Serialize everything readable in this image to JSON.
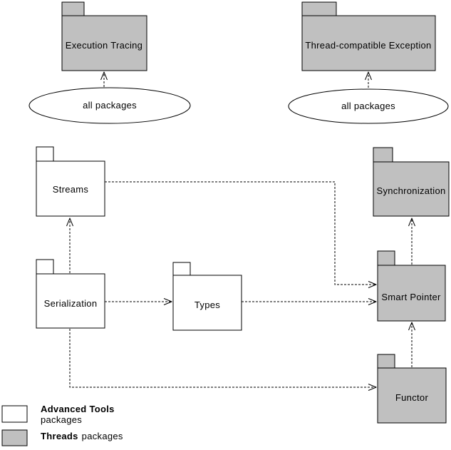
{
  "diagram": {
    "kind": "uml-package-dependency-diagram"
  },
  "colors": {
    "background": "#ffffff",
    "advanced_fill": "#ffffff",
    "threads_fill": "#c0c0c0",
    "line": "#000000",
    "text": "#000000"
  },
  "packages": {
    "execution_tracing": {
      "label": "Execution Tracing",
      "category": "threads"
    },
    "thread_compatible_exception": {
      "label": "Thread-compatible Exception",
      "category": "threads"
    },
    "streams": {
      "label": "Streams",
      "category": "advanced_tools"
    },
    "serialization": {
      "label": "Serialization",
      "category": "advanced_tools"
    },
    "types": {
      "label": "Types",
      "category": "advanced_tools"
    },
    "synchronization": {
      "label": "Synchronization",
      "category": "threads"
    },
    "smart_pointer": {
      "label": "Smart Pointer",
      "category": "threads"
    },
    "functor": {
      "label": "Functor",
      "category": "threads"
    }
  },
  "ellipses": {
    "left": {
      "label": "all packages"
    },
    "right": {
      "label": "all packages"
    }
  },
  "dependencies": [
    {
      "from": "all packages (left)",
      "to": "Execution Tracing"
    },
    {
      "from": "all packages (right)",
      "to": "Thread-compatible Exception"
    },
    {
      "from": "Serialization",
      "to": "Streams"
    },
    {
      "from": "Serialization",
      "to": "Types"
    },
    {
      "from": "Types",
      "to": "Smart Pointer"
    },
    {
      "from": "Streams",
      "to": "Smart Pointer"
    },
    {
      "from": "Serialization",
      "to": "Functor"
    },
    {
      "from": "Functor",
      "to": "Smart Pointer"
    },
    {
      "from": "Smart Pointer",
      "to": "Synchronization"
    }
  ],
  "legend": {
    "advanced_tools": {
      "title": "Advanced Tools",
      "subtitle": "packages"
    },
    "threads": {
      "title": "Threads",
      "suffix": "packages"
    }
  }
}
